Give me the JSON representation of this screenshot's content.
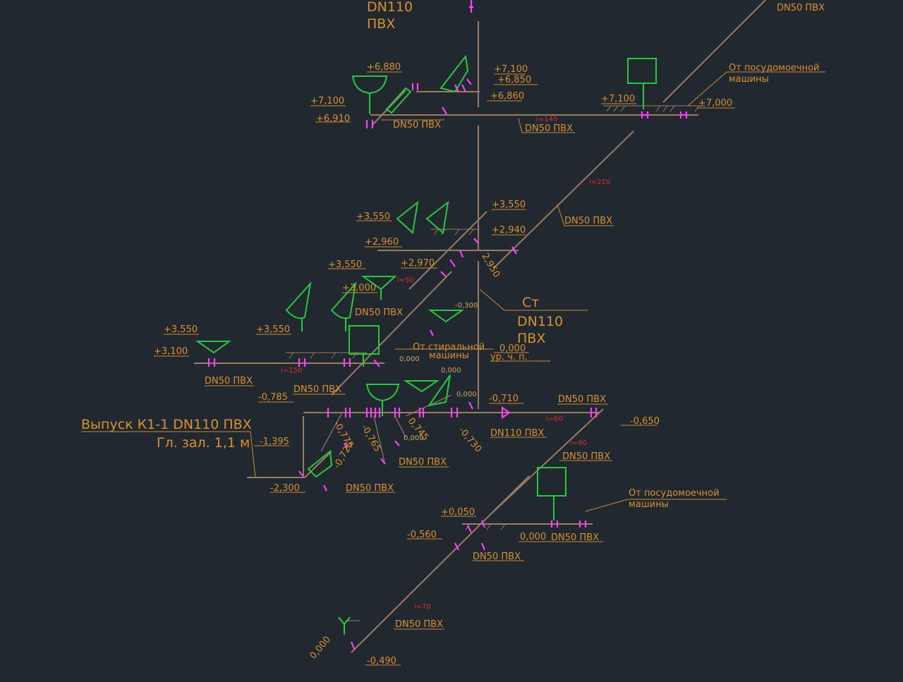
{
  "drawing": {
    "background": "#212830",
    "colors": {
      "pipe": "#9c7b63",
      "label": "#d9912f",
      "fixture": "#27c93f",
      "fitting": "#ff3cff",
      "slope": "#e02b2b"
    },
    "riser_top": {
      "size": "DN110",
      "material": "ПВХ"
    },
    "riser_mid": {
      "tag": "Ст",
      "size": "DN110",
      "material": "ПВХ"
    },
    "outlet": {
      "title": "Выпуск К1-1 DN110 ПВХ",
      "depth": "Гл. зал. 1,1 м"
    },
    "floor_level": {
      "value": "0,000",
      "caption": "ур. ч. п."
    },
    "notes": {
      "dishwasher_top": [
        "От посудомоечной",
        "машины"
      ],
      "dishwasher_bottom": [
        "От посудомоечной",
        "машины"
      ],
      "washing_machine": [
        "От стиральной",
        "машины"
      ]
    },
    "elevations": [
      "+6,880",
      "+7,100",
      "+6,850",
      "+6,860",
      "+7,100",
      "+6,910",
      "+7,100",
      "+7,000",
      "+3,550",
      "+3,550",
      "+2,940",
      "+2,960",
      "+2,970",
      "2,950",
      "+3,550",
      "+3,000",
      "-0,300",
      "+3,550",
      "+3,550",
      "+3,100",
      "0,000",
      "0,000",
      "0,000",
      "-0,785",
      "-0,710",
      "-0,650",
      "-1,395",
      "-0,775",
      "-0,765",
      "0,745",
      "-0,730",
      "0,000",
      "-0,725",
      "-2,300",
      "+0,050",
      "-0,560",
      "0,000",
      "0,000",
      "-0,490"
    ],
    "pipe_labels": [
      "DN50 ПВХ",
      "DN50 ПВХ",
      "DN50 ПВХ",
      "DN50 ПВХ",
      "DN50 ПВХ",
      "DN50 ПВХ",
      "DN50 ПВХ",
      "DN50 ПВХ",
      "DN50 ПВХ",
      "DN50 ПВХ",
      "DN50 ПВХ",
      "DN50 ПВХ",
      "DN50 ПВХ",
      "DN110 ПВХ"
    ],
    "slopes": [
      "i=140",
      "i=210",
      "i=50",
      "i=150",
      "i=60",
      "i=90",
      "i=70"
    ]
  }
}
